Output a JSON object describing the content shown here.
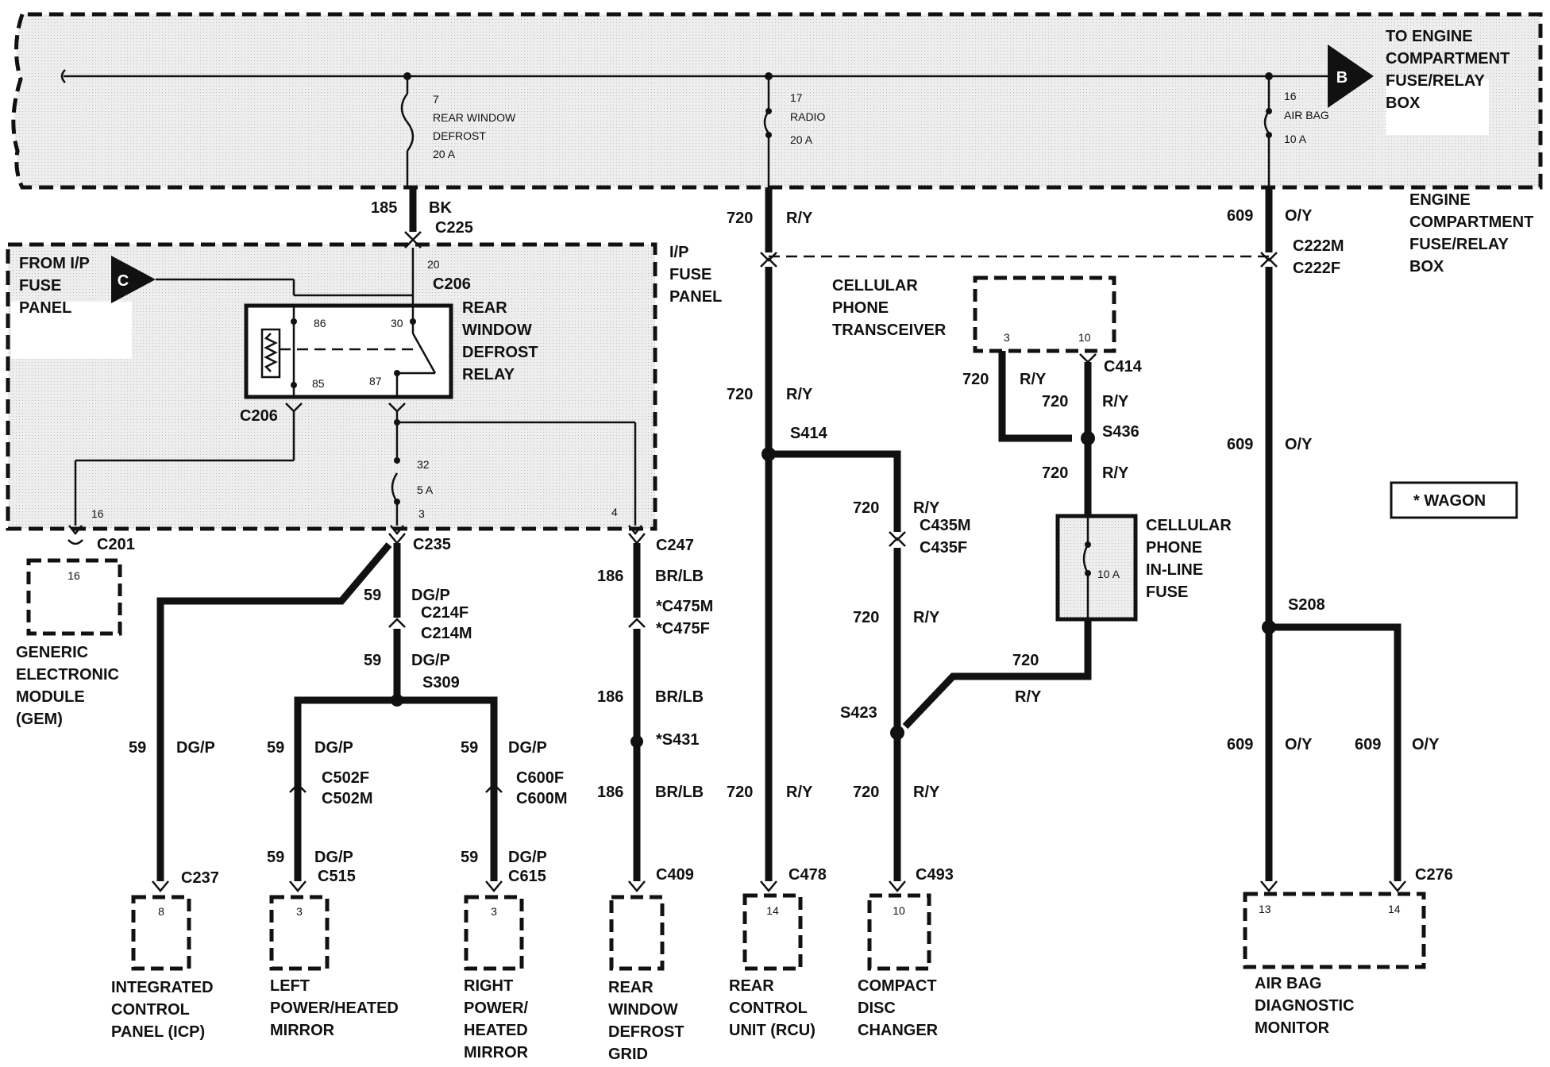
{
  "engine_box": {
    "connector_letter": "B",
    "to_text": [
      "TO ENGINE",
      "COMPARTMENT",
      "FUSE/RELAY",
      "BOX"
    ],
    "label": [
      "ENGINE",
      "COMPARTMENT",
      "FUSE/RELAY",
      "BOX"
    ],
    "fuses": [
      {
        "num": "7",
        "name1": "REAR WINDOW",
        "name2": "DEFROST",
        "amp": "20 A"
      },
      {
        "num": "17",
        "name1": "RADIO",
        "name2": "",
        "amp": "20 A"
      },
      {
        "num": "16",
        "name1": "AIR BAG",
        "name2": "",
        "amp": "10 A"
      }
    ]
  },
  "ip_box": {
    "connector_letter": "C",
    "from_text": [
      "FROM I/P",
      "FUSE",
      "PANEL"
    ],
    "label": [
      "I/P",
      "FUSE",
      "PANEL"
    ],
    "pin_20": "20",
    "pin_16": "16",
    "pin_3": "3",
    "pin_4": "4",
    "c206_top": "C206",
    "c206_bottom": "C206",
    "relay_label": [
      "REAR",
      "WINDOW",
      "DEFROST",
      "RELAY"
    ],
    "relay_pins": {
      "p86": "86",
      "p85": "85",
      "p30": "30",
      "p87": "87"
    },
    "fuse32": {
      "num": "32",
      "amp": "5 A"
    }
  },
  "wire_labels": {
    "w185": "185",
    "bk": "BK",
    "c225": "C225",
    "w720": "720",
    "ry": "R/Y",
    "w609": "609",
    "oy": "O/Y",
    "c222m": "C222M",
    "c222f": "C222F",
    "s414": "S414",
    "s208": "S208",
    "s423": "S423",
    "s436": "S436",
    "s309": "S309",
    "c414": "C414",
    "c435m": "C435M",
    "c435f": "C435F",
    "c201": "C201",
    "c235": "C235",
    "c247": "C247",
    "w59": "59",
    "dgp": "DG/P",
    "c214f": "C214F",
    "c214m": "C214M",
    "w186": "186",
    "brlb": "BR/LB",
    "c475m": "*C475M",
    "c475f": "*C475F",
    "s431": "*S431",
    "c502f": "C502F",
    "c502m": "C502M",
    "c600f": "C600F",
    "c600m": "C600M",
    "c515": "C515",
    "c615": "C615",
    "c237": "C237",
    "c409": "C409",
    "c478": "C478",
    "c493": "C493",
    "c276": "C276"
  },
  "components": {
    "cell_transceiver": {
      "label": [
        "CELLULAR",
        "PHONE",
        "TRANSCEIVER"
      ],
      "pin_a": "3",
      "pin_b": "10"
    },
    "cell_fuse": {
      "label": [
        "CELLULAR",
        "PHONE",
        "IN-LINE",
        "FUSE"
      ],
      "amp": "10 A"
    },
    "gem": {
      "label": [
        "GENERIC",
        "ELECTRONIC",
        "MODULE",
        "(GEM)"
      ],
      "pin": "16"
    },
    "icp": {
      "label": [
        "INTEGRATED",
        "CONTROL",
        "PANEL (ICP)"
      ],
      "pin": "8"
    },
    "left_mirror": {
      "label": [
        "LEFT",
        "POWER/HEATED",
        "MIRROR"
      ],
      "pin": "3"
    },
    "right_mirror": {
      "label": [
        "RIGHT",
        "POWER/",
        "HEATED",
        "MIRROR"
      ],
      "pin": "3"
    },
    "defrost_grid": {
      "label": [
        "REAR",
        "WINDOW",
        "DEFROST",
        "GRID"
      ]
    },
    "rcu": {
      "label": [
        "REAR",
        "CONTROL",
        "UNIT (RCU)"
      ],
      "pin": "14"
    },
    "cd_changer": {
      "label": [
        "COMPACT",
        "DISC",
        "CHANGER"
      ],
      "pin": "10"
    },
    "airbag_monitor": {
      "label": [
        "AIR BAG",
        "DIAGNOSTIC",
        "MONITOR"
      ],
      "pin_a": "13",
      "pin_b": "14"
    }
  },
  "legend": {
    "text": "*  WAGON"
  }
}
